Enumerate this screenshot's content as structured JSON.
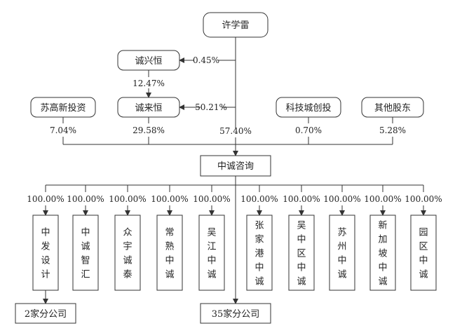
{
  "nodes": {
    "xu": "许学雷",
    "chengxingheng": "诚兴恒",
    "chenglaiheng": "诚来恒",
    "sugaoxin": "苏高新投资",
    "kejicheng": "科技城创投",
    "qita": "其他股东",
    "zhongcheng": "中诚咨询",
    "branch2": "2家分公司",
    "branch35": "35家分公司"
  },
  "percent": {
    "xu_to_xingheng": "0.45%",
    "xingheng_to_laiheng": "12.47%",
    "xu_to_laiheng": "50.21%",
    "sugaoxin": "7.04%",
    "laiheng": "29.58%",
    "xu": "57.40%",
    "kejicheng": "0.70%",
    "qita": "5.28%"
  },
  "subsidiaries": [
    {
      "name": "中发设计",
      "pct": "100.00%"
    },
    {
      "name": "中诚智汇",
      "pct": "100.00%"
    },
    {
      "name": "众宇诚泰",
      "pct": "100.00%"
    },
    {
      "name": "常熟中诚",
      "pct": "100.00%"
    },
    {
      "name": "吴江中诚",
      "pct": "100.00%"
    },
    {
      "name": "张家港中诚",
      "pct": "100.00%"
    },
    {
      "name": "吴中区中诚",
      "pct": "100.00%"
    },
    {
      "name": "苏州中诚",
      "pct": "100.00%"
    },
    {
      "name": "新加坡中诚",
      "pct": "100.00%"
    },
    {
      "name": "园区中诚",
      "pct": "100.00%"
    }
  ]
}
